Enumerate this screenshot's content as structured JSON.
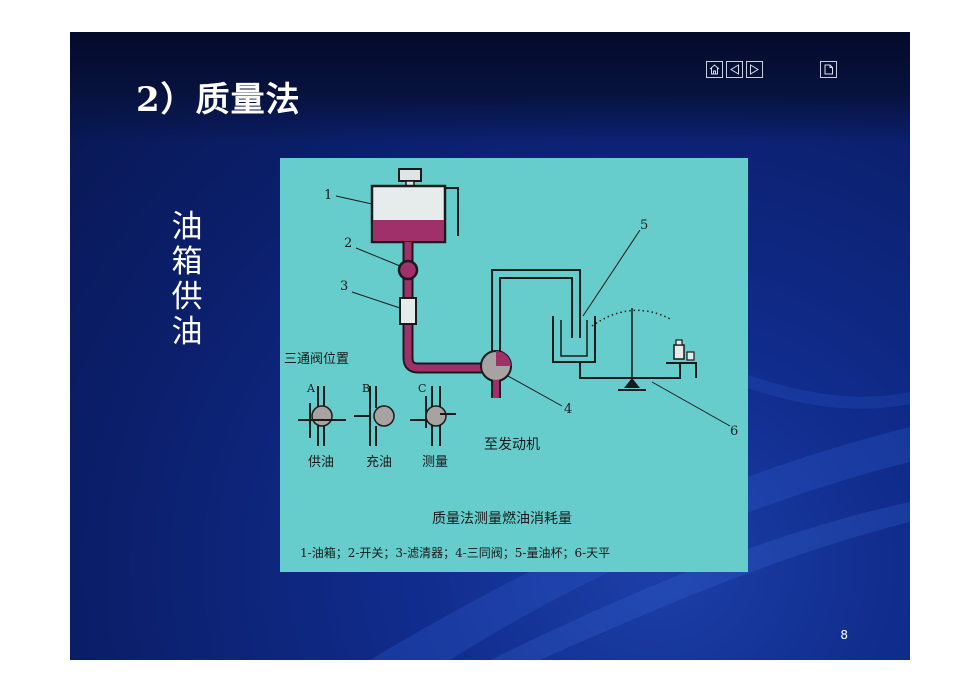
{
  "slide": {
    "title": "2）质量法",
    "side_text": "油箱供油",
    "page_number": "8"
  },
  "nav": {
    "icons": [
      "home-icon",
      "previous-icon",
      "next-icon",
      "document-icon"
    ]
  },
  "figure": {
    "labels": {
      "n1": "1",
      "n2": "2",
      "n3": "3",
      "n4": "4",
      "n5": "5",
      "n6": "6",
      "valve_positions": "三通阀位置",
      "a": "A",
      "b": "B",
      "c": "C",
      "supply": "供油",
      "fill": "充油",
      "measure": "测量",
      "to_engine": "至发动机"
    },
    "caption": "质量法测量燃油消耗量",
    "legend": "1-油箱；2-开关；3-滤清器；4-三同阀；5-量油杯；6-天平"
  },
  "colors": {
    "slide_bg": "#0b1f6c",
    "figure_bg": "#66cccc",
    "fuel": "#a0306a"
  }
}
